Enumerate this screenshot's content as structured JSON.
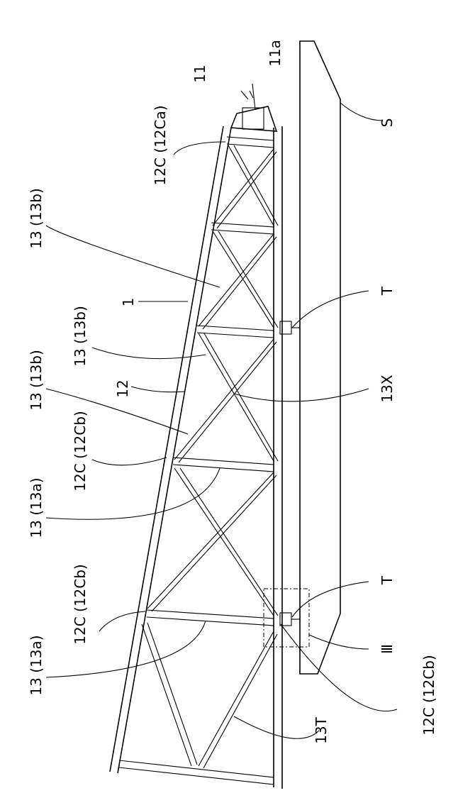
{
  "labels": {
    "l_11": "11",
    "l_11a": "11a",
    "l_12Ca": "12C (12Ca)",
    "l_S": "S",
    "l_13b_1": "13 (13b)",
    "l_1": "1",
    "l_13b_2": "13 (13b)",
    "l_T1": "T",
    "l_12": "12",
    "l_13X": "13X",
    "l_13b_3": "13 (13b)",
    "l_12Cb_1": "12C (12Cb)",
    "l_13a_1": "13 (13a)",
    "l_T2": "T",
    "l_12Cb_2": "12C (12Cb)",
    "l_III": "Ⅲ",
    "l_13a_2": "13 (13a)",
    "l_13T": "13T",
    "l_12Cb_3": "12C (12Cb)"
  }
}
